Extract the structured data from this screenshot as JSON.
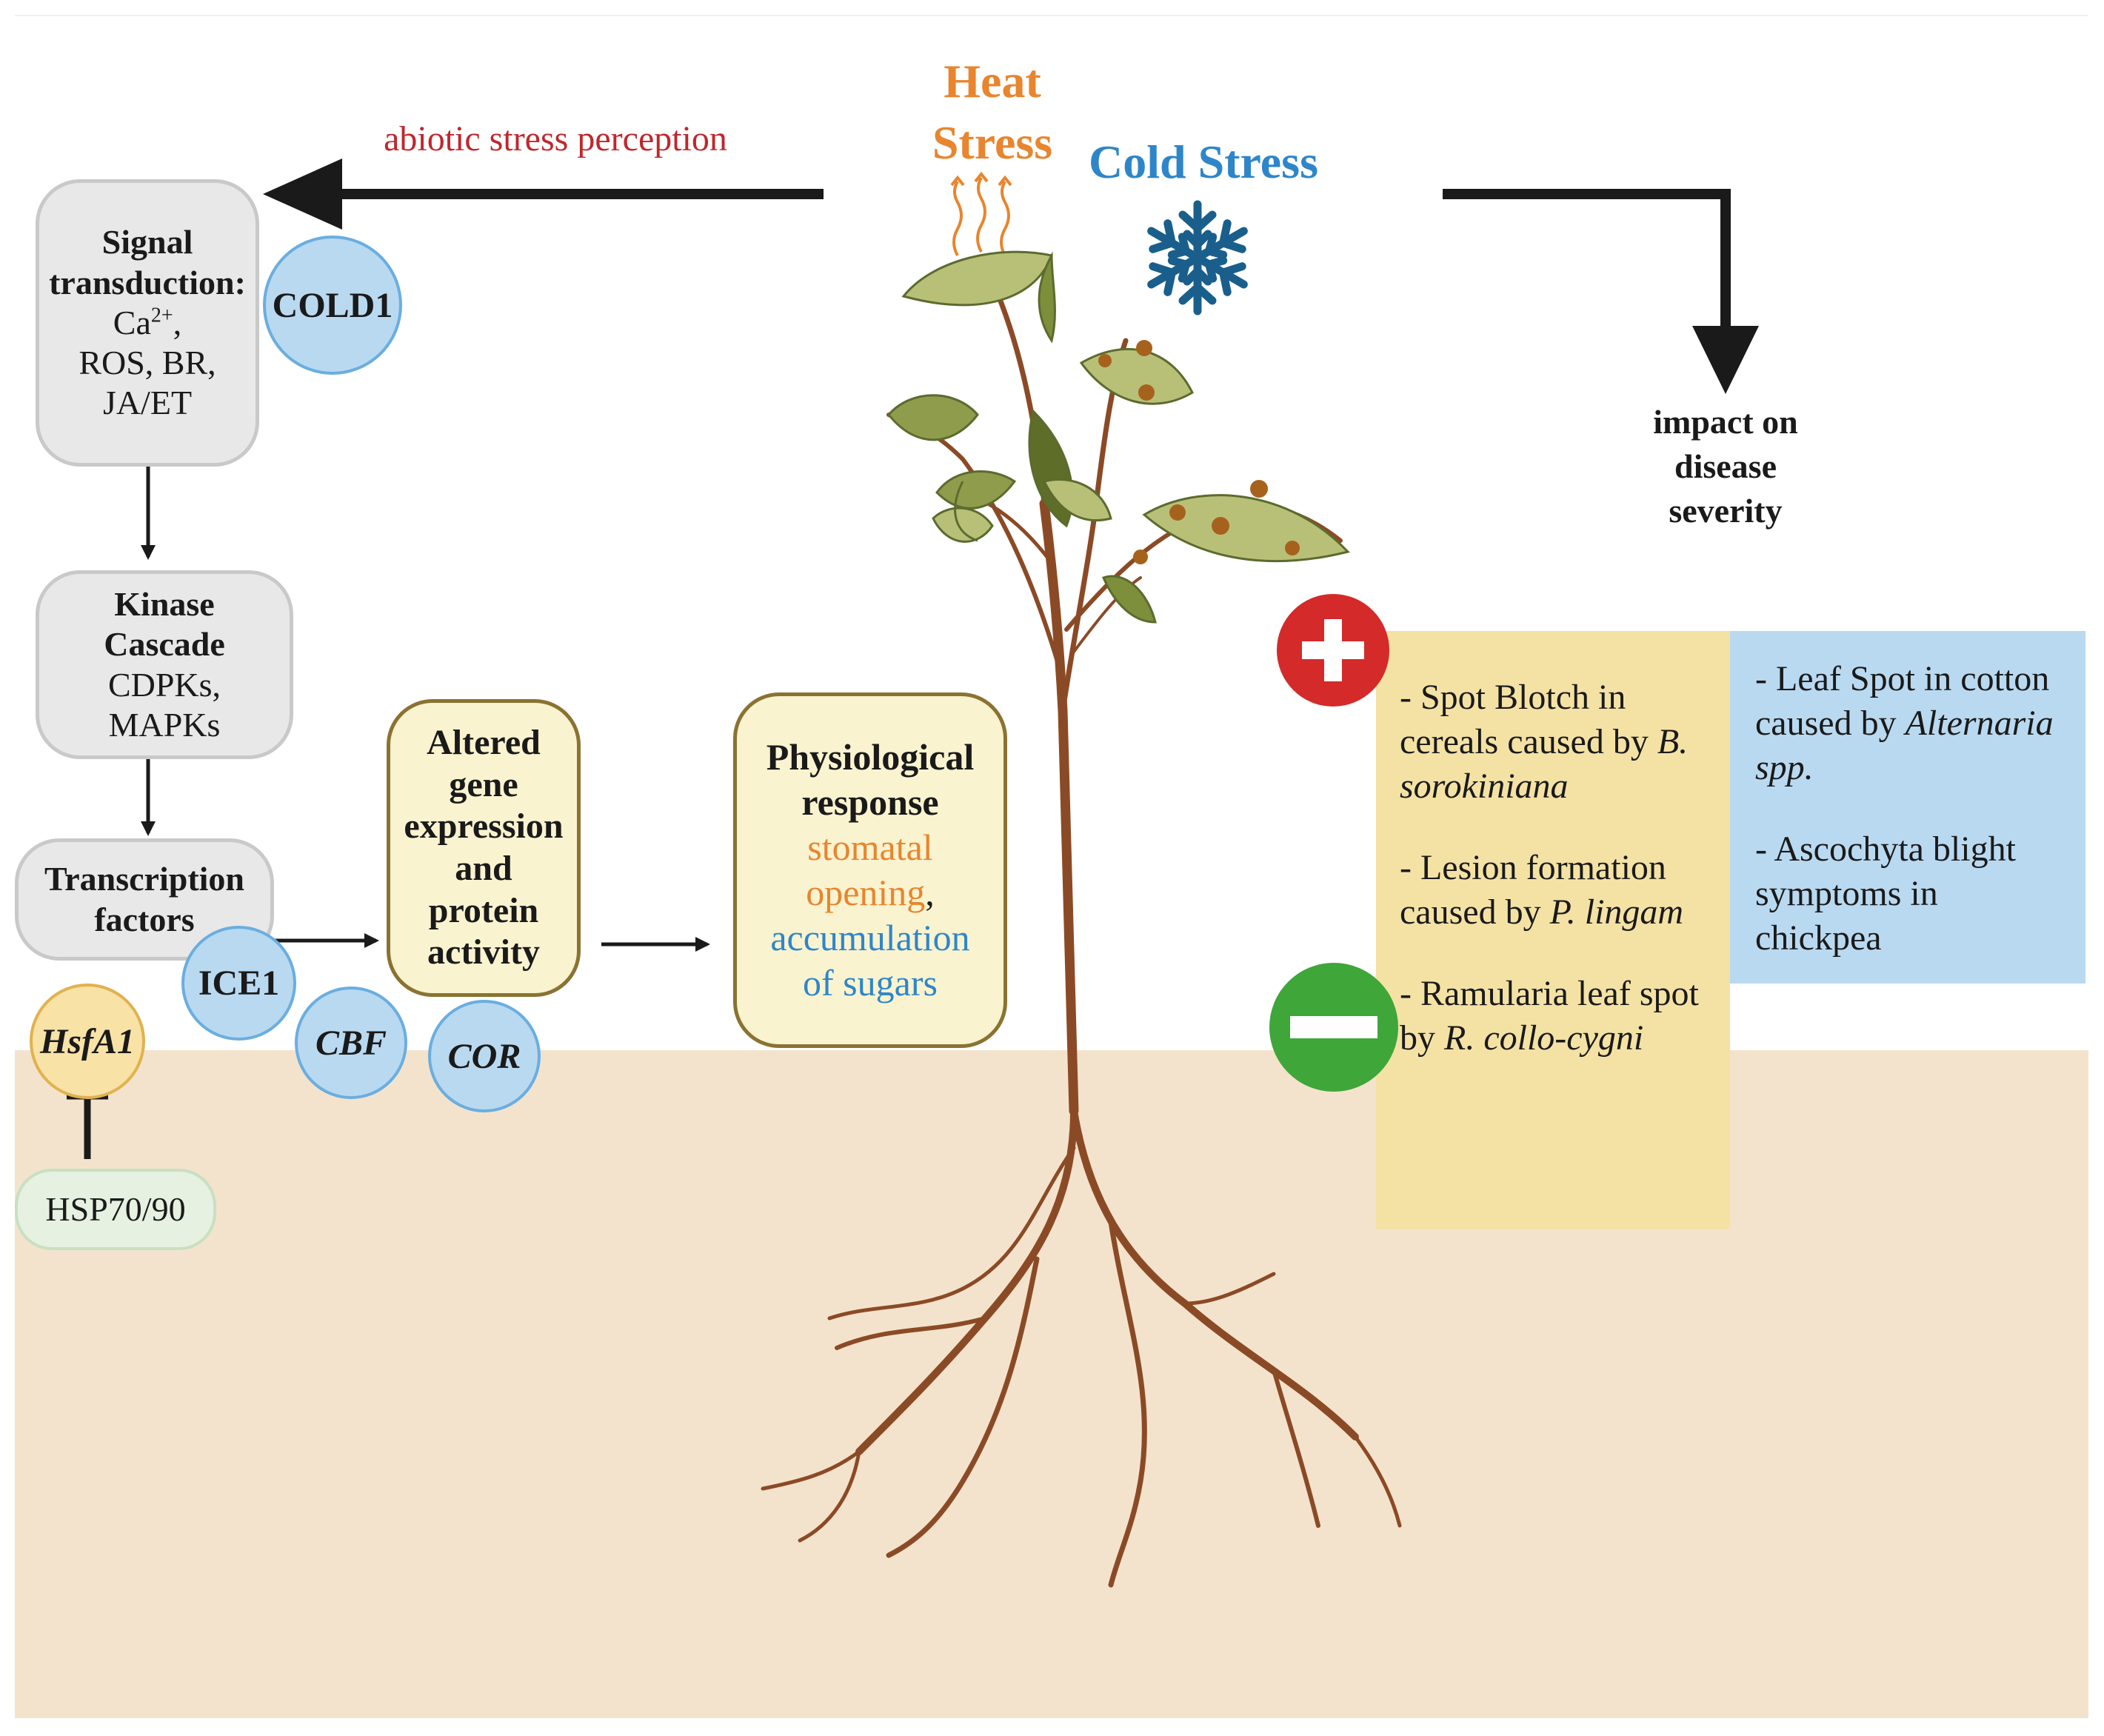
{
  "stress": {
    "heat_line1": "Heat",
    "heat_line2": "Stress",
    "cold": "Cold Stress",
    "heat_color": "#e8852e",
    "cold_color": "#2e86c9"
  },
  "perception_label": "abiotic stress perception",
  "impact_label": {
    "line1": "impact on",
    "line2": "disease",
    "line3": "severity"
  },
  "signal_box": {
    "title_line1": "Signal",
    "title_line2": "transduction:",
    "ca_base": "Ca",
    "ca_sup": "2+",
    "ca_comma": ",",
    "line3": "ROS, BR,",
    "line4": "JA/ET"
  },
  "kinase_box": {
    "title_line1": "Kinase",
    "title_line2": "Cascade",
    "line3": "CDPKs,",
    "line4": "MAPKs"
  },
  "tf_box": {
    "title_line1": "Transcription",
    "title_line2": "factors"
  },
  "gene_box": {
    "line1": "Altered",
    "line2": "gene",
    "line3": "expression",
    "line4": "and",
    "line5": "protein",
    "line6": "activity"
  },
  "physio_box": {
    "title_line1": "Physiological",
    "title_line2": "response",
    "heat_line1": "stomatal",
    "heat_line2": "opening",
    "comma": ",",
    "cold_line1": "accumulation",
    "cold_line2": "of sugars"
  },
  "circles": {
    "cold1": "COLD1",
    "ice1": "ICE1",
    "cbf": "CBF",
    "cor": "COR",
    "hsfa1": "HsfA1"
  },
  "hsp_box": "HSP70/90",
  "positive_panel": {
    "item1_text": "- Spot Blotch in cereals caused by",
    "item1_species": "B. sorokiniana",
    "item2_text": "- Lesion formation caused by",
    "item2_species": "P. lingam",
    "item3_text": "- Ramularia leaf spot by",
    "item3_species": "R. collo-cygni"
  },
  "negative_panel": {
    "item1_text": "- Leaf Spot in cotton caused by",
    "item1_species": "Alternaria spp.",
    "item2_text": "- Ascochyta blight symptoms in chickpea"
  },
  "colors": {
    "soil": "#f4e3cc",
    "positive_panel": "#f4e2a5",
    "negative_panel": "#b9d9f0",
    "plus_badge": "#d42a2a",
    "minus_badge": "#3fa63a",
    "perception_text": "#c0272d",
    "stem": "#8b4a26"
  },
  "icons": {
    "plus": "plus-badge-icon",
    "minus": "minus-badge-icon",
    "snowflake": "snowflake-icon",
    "heat": "heat-waves-icon"
  }
}
